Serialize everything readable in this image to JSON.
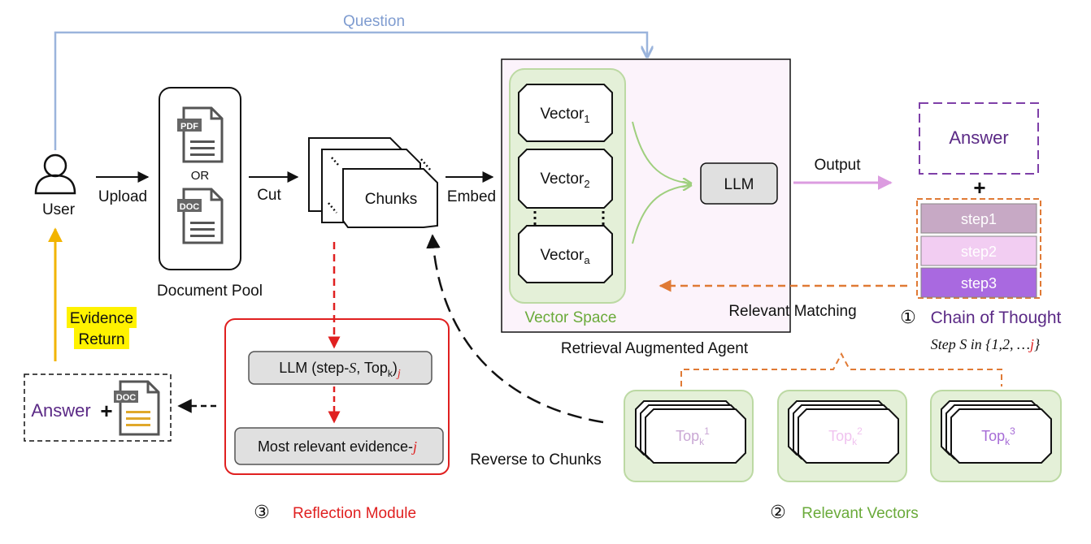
{
  "question_label": "Question",
  "user_label": "User",
  "upload_label": "Upload",
  "pdf_tag": "PDF",
  "doc_tag": "DOC",
  "or_label": "OR",
  "document_pool_label": "Document Pool",
  "cut_label": "Cut",
  "chunks_label": "Chunks",
  "embed_label": "Embed",
  "vector_main": "Vector",
  "vector_subs": [
    "1",
    "2",
    "a"
  ],
  "vector_space_label": "Vector Space",
  "llm_label": "LLM",
  "retrieval_agent_label": "Retrieval Augmented Agent",
  "output_label": "Output",
  "answer_label": "Answer",
  "plus": "+",
  "steps": [
    "step1",
    "step2",
    "step3"
  ],
  "cot_number": "①",
  "cot_label": "Chain of Thought",
  "step_s_text": "Step S in {1,2, …",
  "step_s_j": "j",
  "step_s_close": "}",
  "relevant_matching_label": "Relevant Matching",
  "top_main": "Top",
  "top_sub": "k",
  "top_sups": [
    "1",
    "2",
    "3"
  ],
  "rv_number": "②",
  "rv_label": "Relevant Vectors",
  "reverse_label": "Reverse to Chunks",
  "reflect_llm_prefix": "LLM  (step-",
  "reflect_llm_s": "S",
  "reflect_llm_mid": ", Top",
  "reflect_llm_k": "k",
  "reflect_llm_close": ")",
  "reflect_llm_j": "j",
  "evidence_prefix": "Most relevant evidence-",
  "evidence_j": "j",
  "rm_number": "③",
  "rm_label": "Reflection Module",
  "evidence_return_line1": "Evidence",
  "evidence_return_line2": "Return",
  "final_answer_label": "Answer",
  "final_plus": "+",
  "final_doc_tag": "DOC",
  "colors": {
    "question": "#9bb4dc",
    "purple_text": "#5b2a86",
    "green_text": "#6aaa3a",
    "green_fill": "#e4f0d8",
    "green_stroke": "#bcd9a3",
    "pink_panel": "#fcf3fb",
    "output_arrow": "#dc9ce0",
    "orange": "#e07a35",
    "red": "#e02020",
    "yellow_hl": "#fff200",
    "gold_arrow": "#f2b400",
    "step1": "#c7a9c5",
    "step2": "#f2cdf2",
    "step3": "#a969e0",
    "top1": "#c9a7d4",
    "top2": "#f0c3ef",
    "top3": "#a66bd6"
  }
}
